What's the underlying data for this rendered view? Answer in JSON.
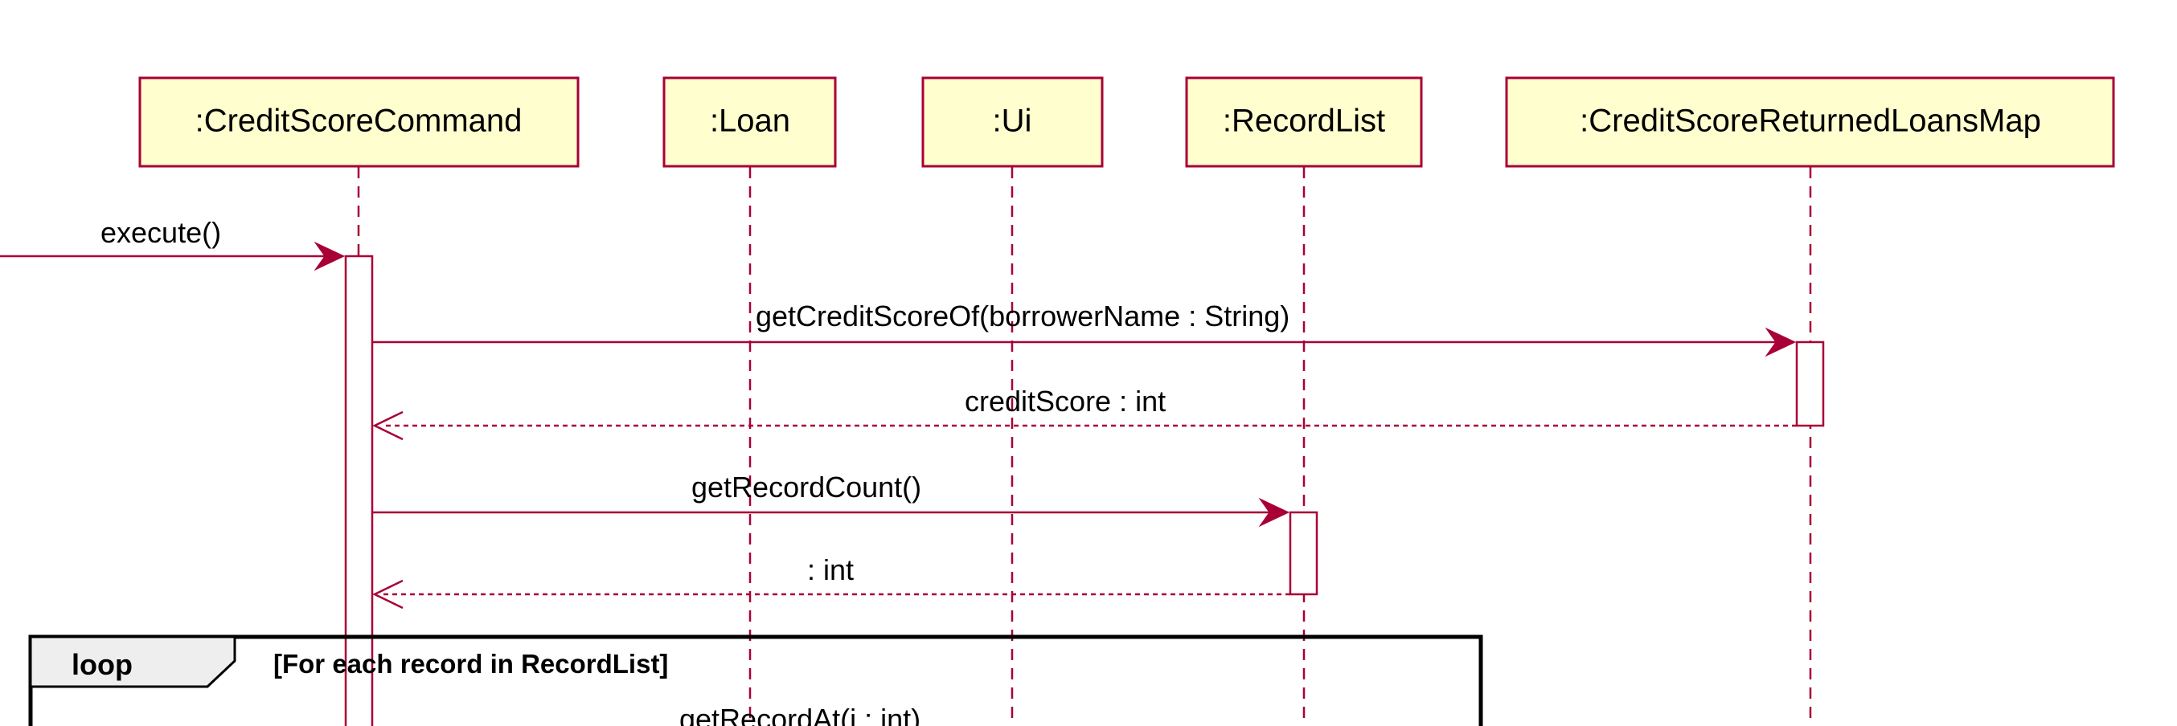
{
  "participants": [
    {
      "id": "creditScoreCommand",
      "label": ":CreditScoreCommand"
    },
    {
      "id": "loan",
      "label": ":Loan"
    },
    {
      "id": "ui",
      "label": ":Ui"
    },
    {
      "id": "recordList",
      "label": ":RecordList"
    },
    {
      "id": "creditScoreReturnedLoansMap",
      "label": ":CreditScoreReturnedLoansMap"
    }
  ],
  "messages": [
    {
      "label": "execute()",
      "style": "call"
    },
    {
      "label": "getCreditScoreOf(borrowerName : String)",
      "style": "call"
    },
    {
      "label": "creditScore : int",
      "style": "return"
    },
    {
      "label": "getRecordCount()",
      "style": "call"
    },
    {
      "label": ": int",
      "style": "return"
    },
    {
      "label": "getRecordAt(i : int)",
      "style": "call"
    }
  ],
  "loop_frame": {
    "keyword": "loop",
    "guard": "[For each record in RecordList]"
  },
  "colors": {
    "lifeline_stroke": "#A80036",
    "participant_fill": "#FEFECE",
    "frame_tab_fill": "#EEEEEE"
  }
}
